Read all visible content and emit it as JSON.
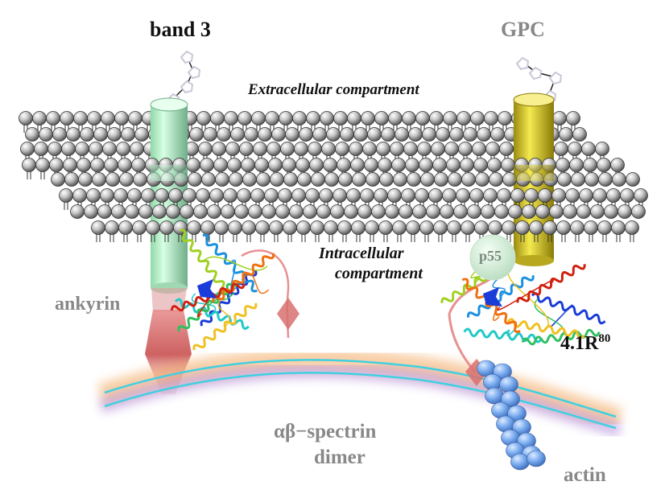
{
  "labels": {
    "band3": "band 3",
    "gpc": "GPC",
    "extracellular": "Extracellular compartment",
    "intracellular_1": "Intracellular",
    "intracellular_2": "compartment",
    "p55": "p55",
    "ankyrin": "ankyrin",
    "protein41r": "4.1R",
    "protein41r_sup": "80",
    "spectrin_1": "αβ−spectrin",
    "spectrin_2": "dimer",
    "actin": "actin"
  },
  "colors": {
    "lipid_head": "#a8a8a8",
    "band3": "#b8f0c8",
    "gpc": "#e8d820",
    "ankyrin": "#d86060",
    "spectrin_glow": "#f0a050",
    "spectrin_under": "#a070d0",
    "spectrin_strand": "#40d0e0",
    "actin": "#6aa0e8",
    "gray_text": "#888888",
    "dark_text": "#111111"
  },
  "icons": [
    "glycan-chain",
    "ribbon-protein-structure",
    "lipid-bilayer"
  ]
}
